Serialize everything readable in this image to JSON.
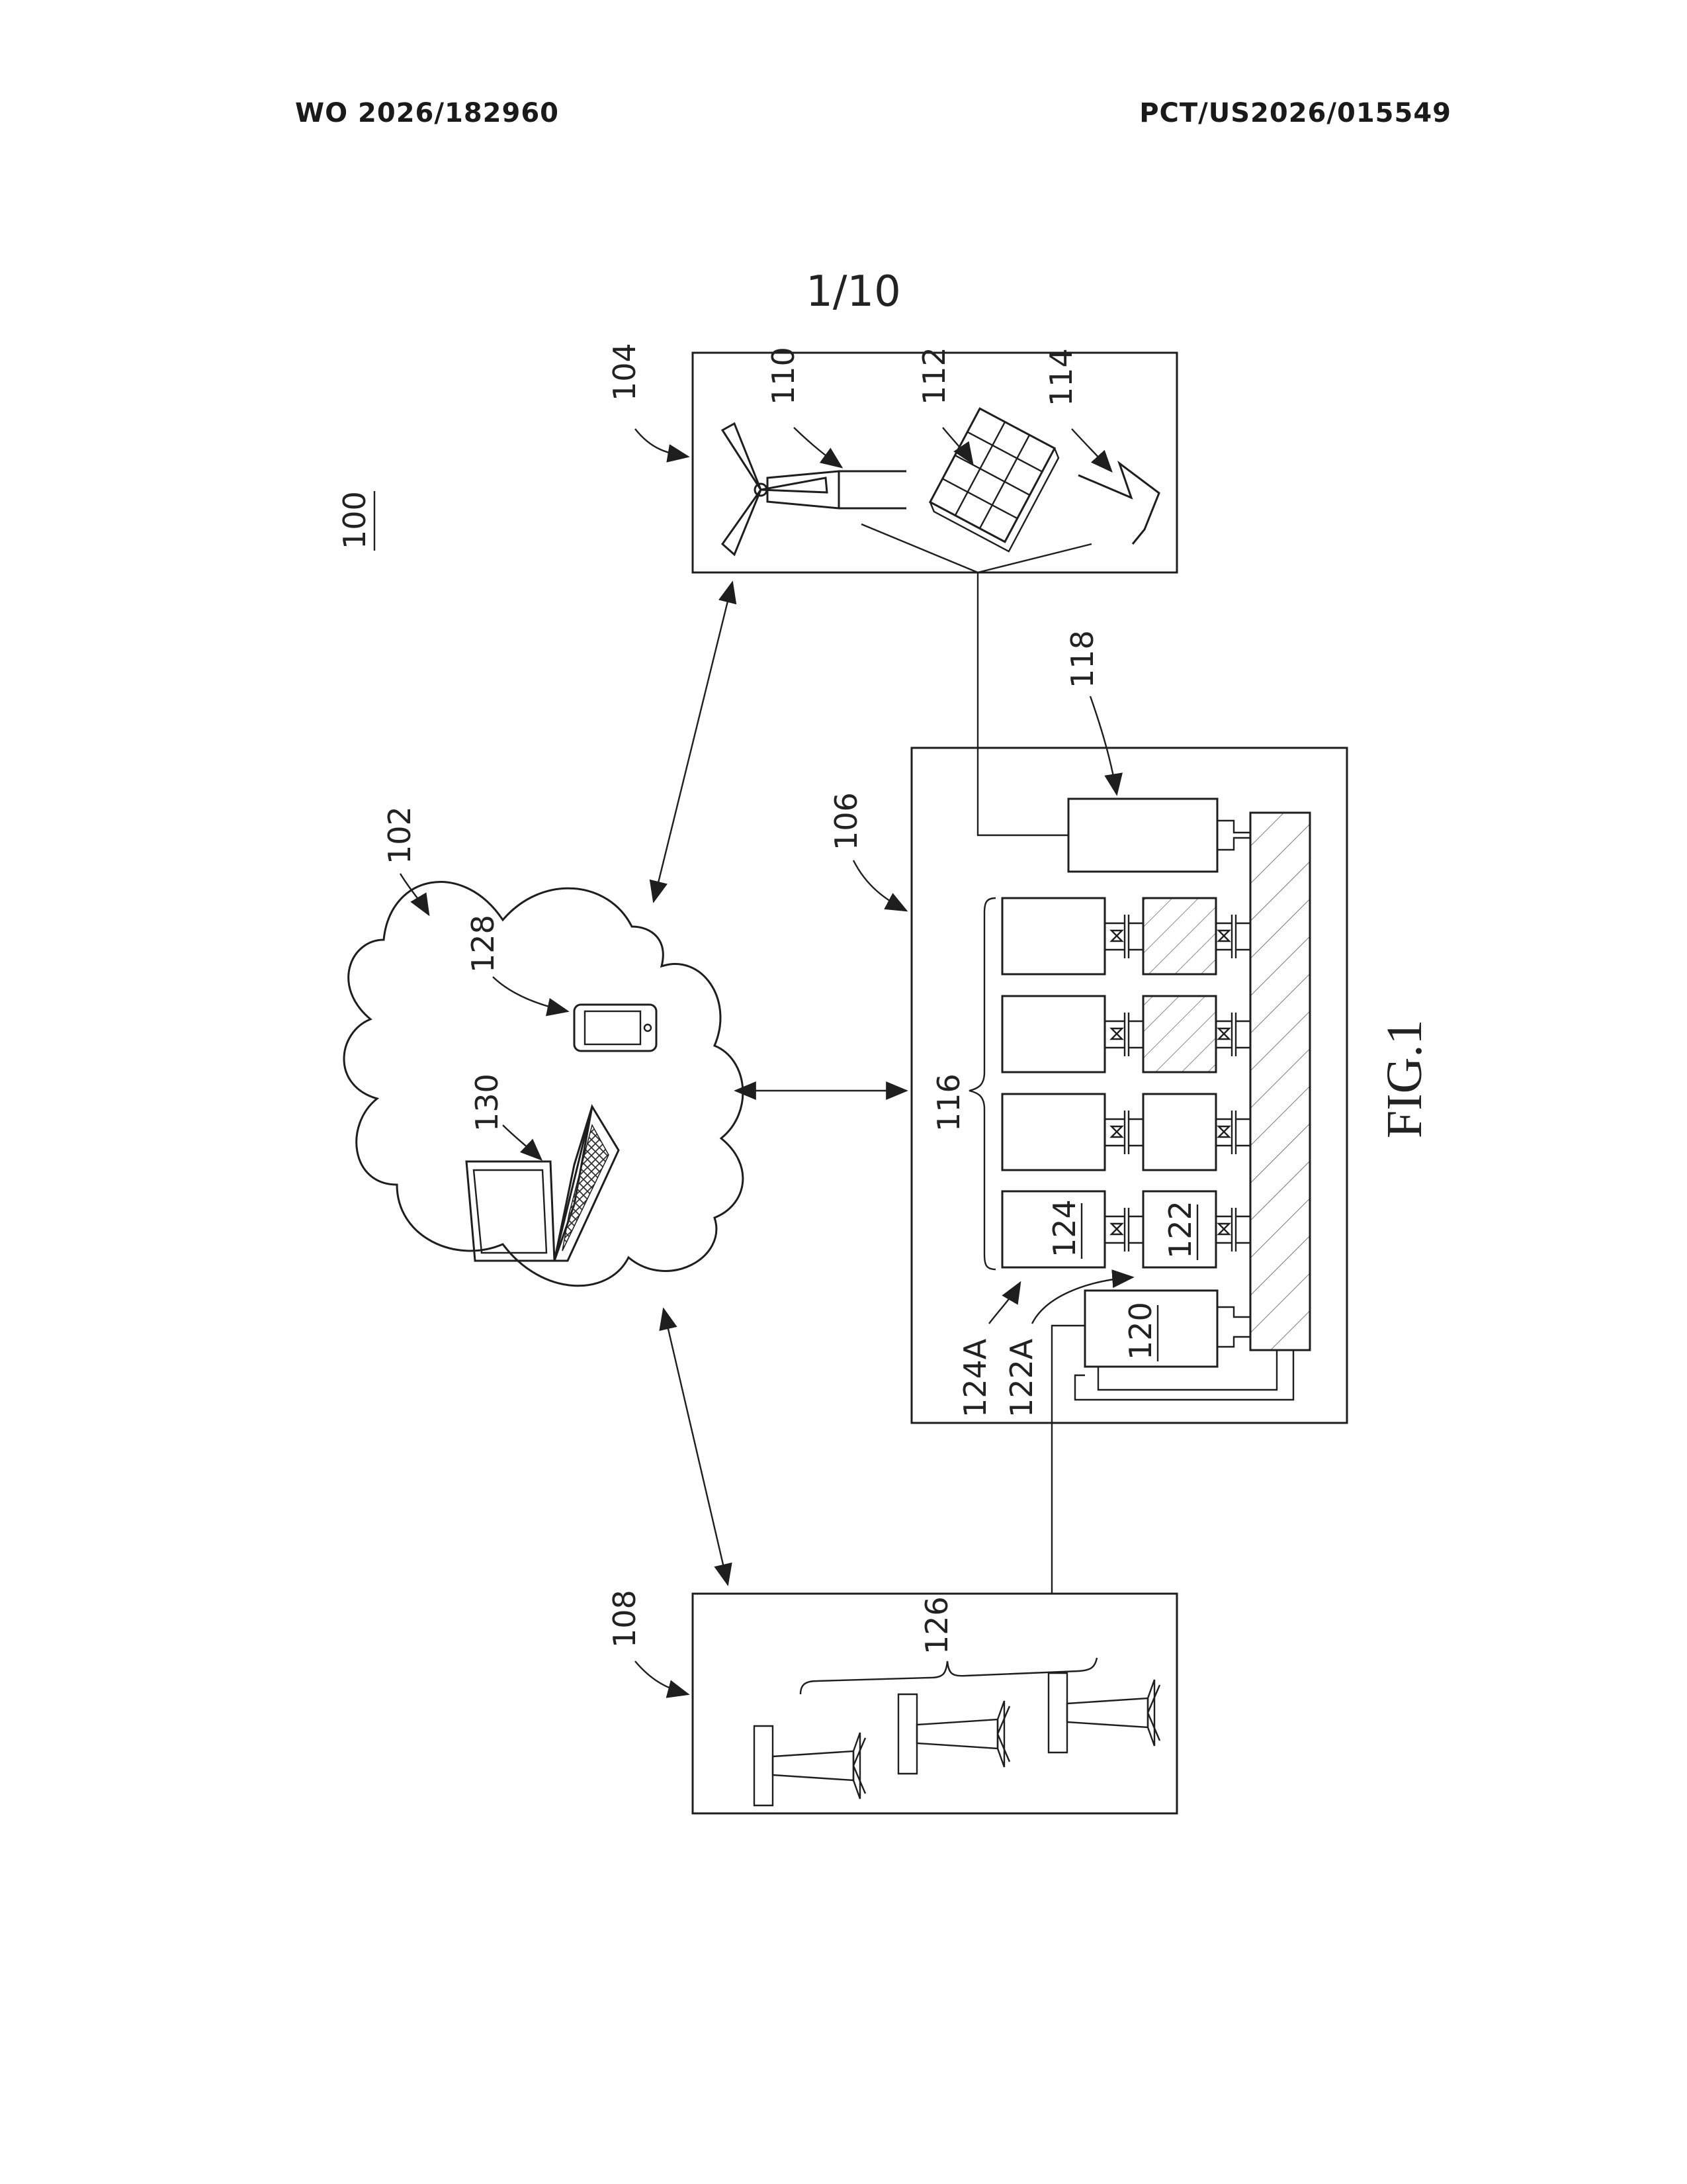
{
  "header": {
    "publication_number": "WO 2026/182960",
    "application_number": "PCT/US2026/015549"
  },
  "sheet": {
    "number": "1/10"
  },
  "figure": {
    "title": "FIG.1",
    "labels": {
      "system": "100",
      "network": "102",
      "renewable_site": "104",
      "storage_facility": "106",
      "grid": "108",
      "wind_turbine": "110",
      "solar_panel": "112",
      "other_source": "114",
      "battery_array": "116",
      "converter": "118",
      "controller": "120",
      "module": "122",
      "cell": "124",
      "module_connector": "122A",
      "cell_connector": "124A",
      "transmission_towers": "126",
      "mobile_device": "128",
      "laptop": "130"
    }
  }
}
